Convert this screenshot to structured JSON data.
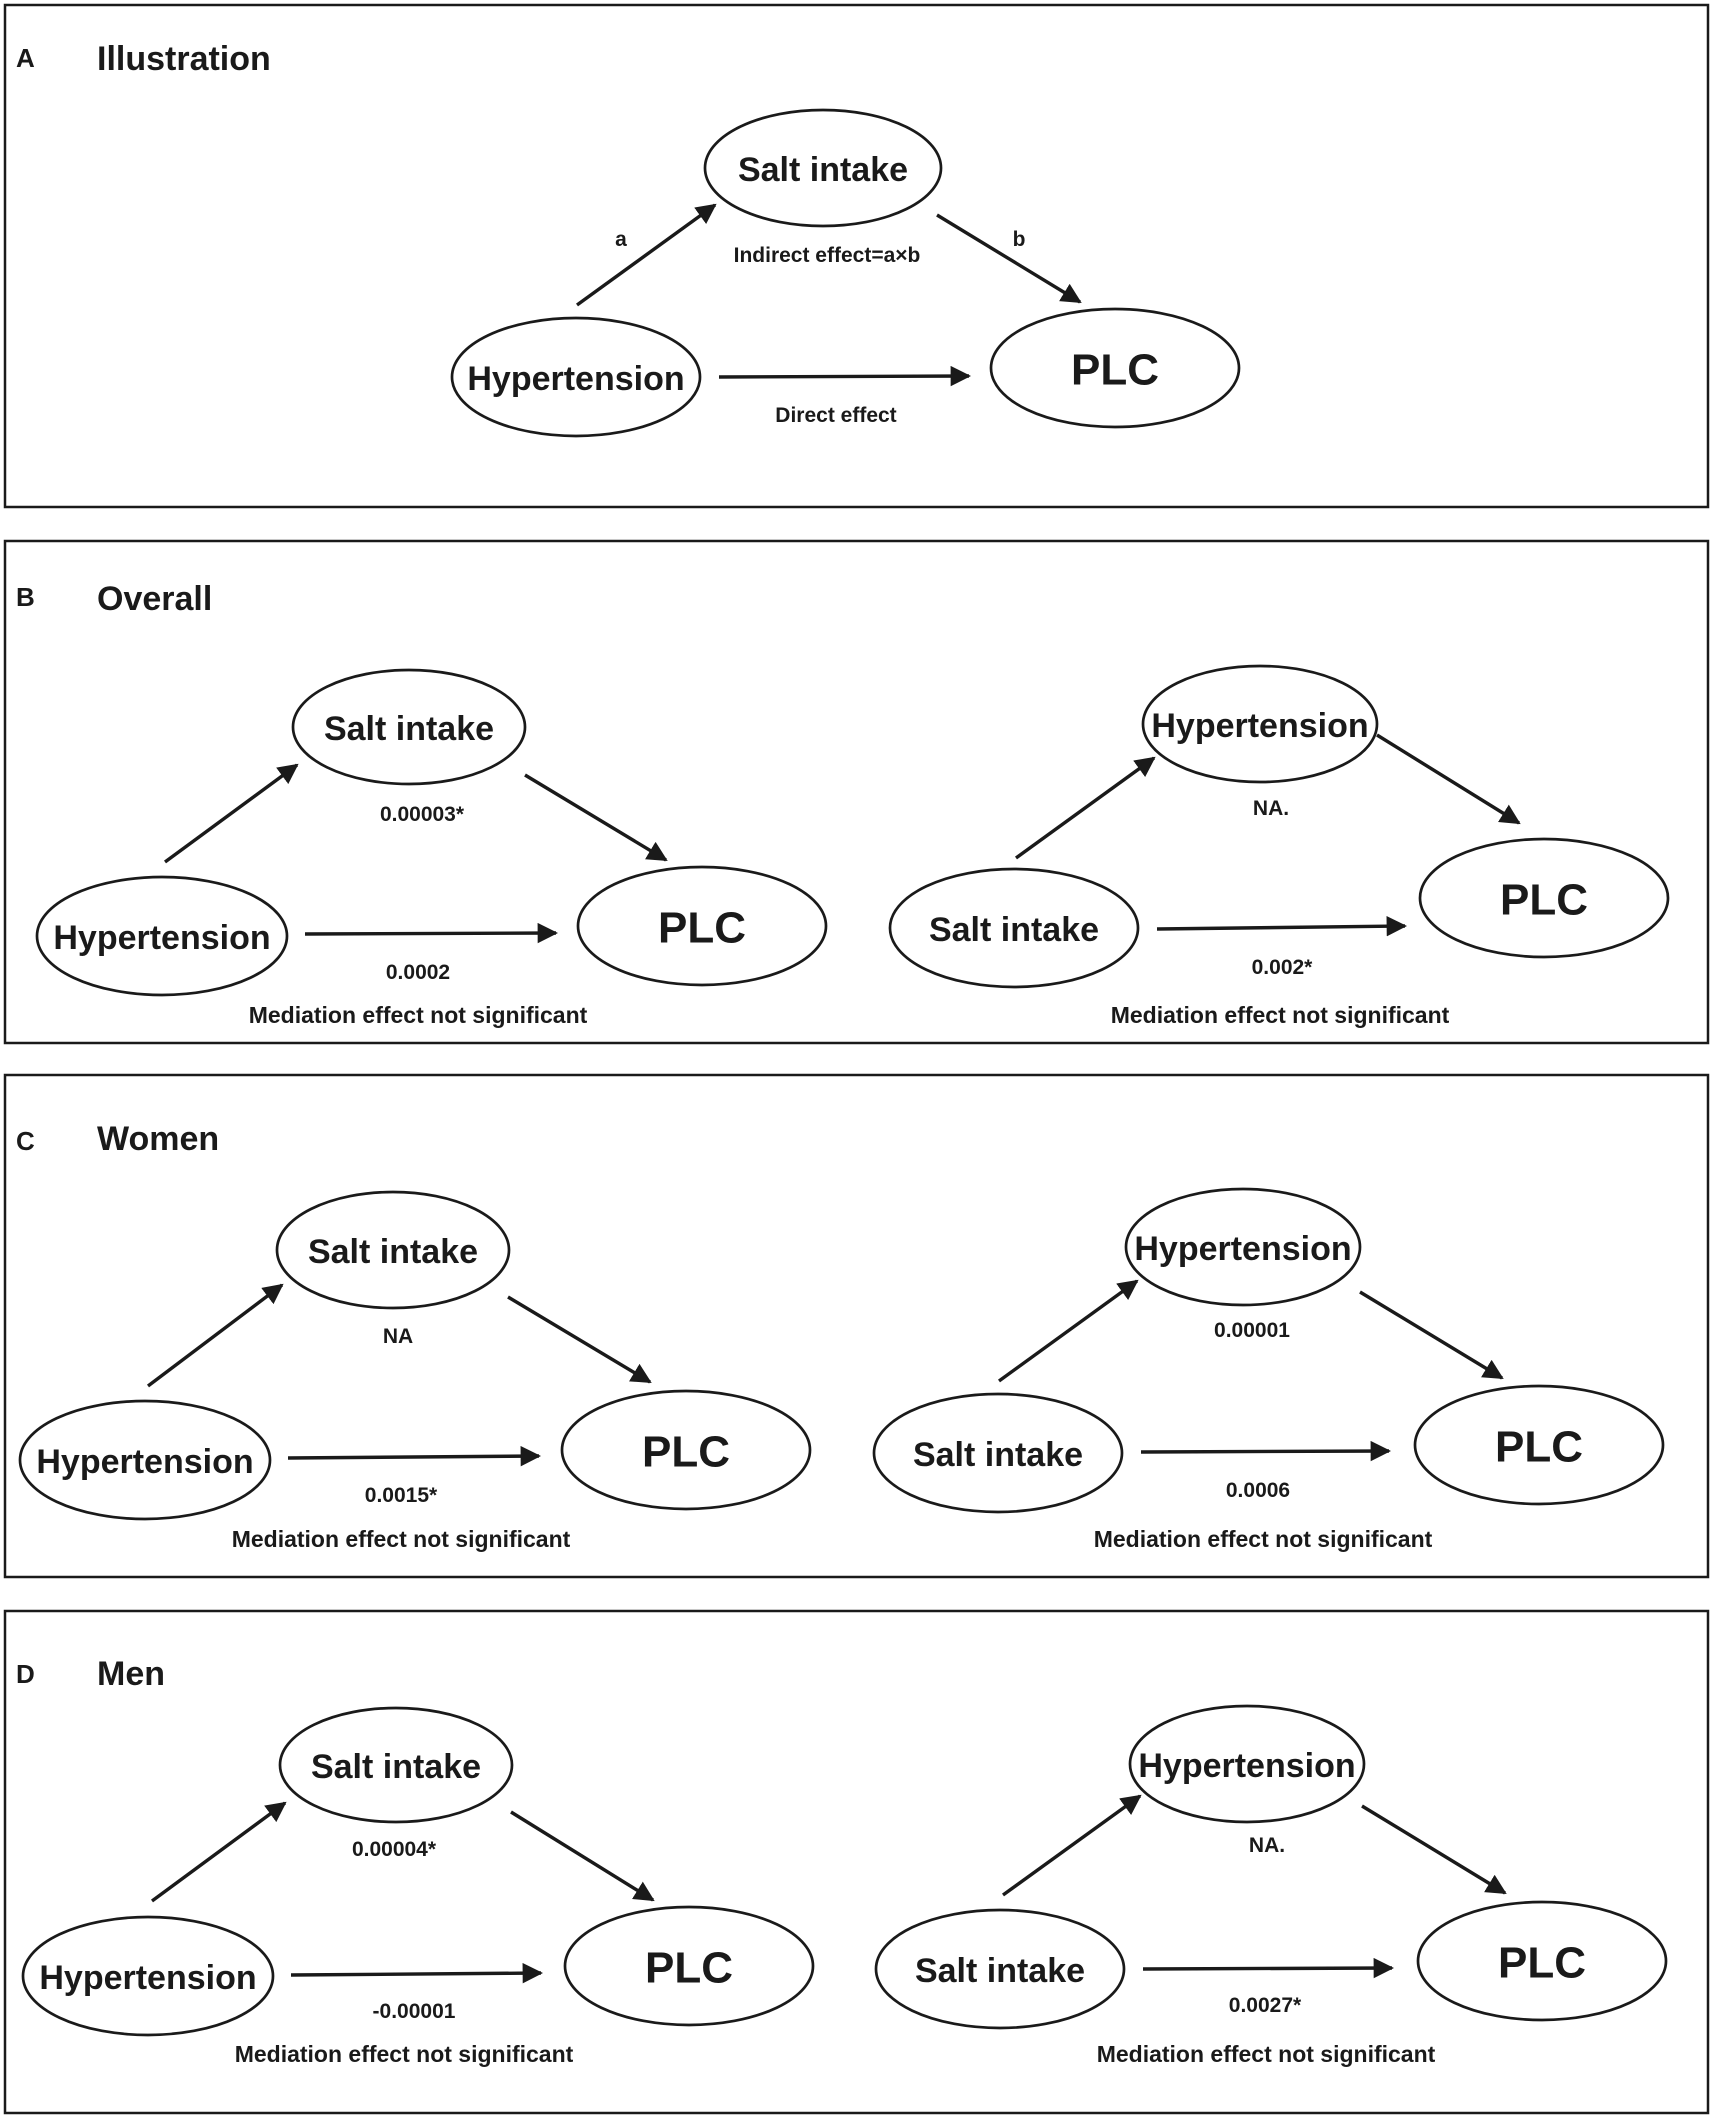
{
  "figure": {
    "panels": [
      {
        "id": "a",
        "letter": "A",
        "title": "Illustration",
        "diagrams": [
          {
            "nodes": {
              "mediator": "Salt intake",
              "exposure": "Hypertension",
              "outcome": "PLC"
            },
            "labels": {
              "a_path": "a",
              "b_path": "b",
              "indirect": "Indirect effect=a×b",
              "direct": "Direct effect"
            },
            "note": ""
          }
        ]
      },
      {
        "id": "b",
        "letter": "B",
        "title": "Overall",
        "diagrams": [
          {
            "nodes": {
              "mediator": "Salt intake",
              "exposure": "Hypertension",
              "outcome": "PLC"
            },
            "labels": {
              "indirect": "0.00003*",
              "direct": "0.0002"
            },
            "note": "Mediation effect not significant"
          },
          {
            "nodes": {
              "mediator": "Hypertension",
              "exposure": "Salt intake",
              "outcome": "PLC"
            },
            "labels": {
              "indirect": "NA.",
              "direct": "0.002*"
            },
            "note": "Mediation effect not significant"
          }
        ]
      },
      {
        "id": "c",
        "letter": "C",
        "title": "Women",
        "diagrams": [
          {
            "nodes": {
              "mediator": "Salt intake",
              "exposure": "Hypertension",
              "outcome": "PLC"
            },
            "labels": {
              "indirect": "NA",
              "direct": "0.0015*"
            },
            "note": "Mediation effect not significant"
          },
          {
            "nodes": {
              "mediator": "Hypertension",
              "exposure": "Salt intake",
              "outcome": "PLC"
            },
            "labels": {
              "indirect": "0.00001",
              "direct": "0.0006"
            },
            "note": "Mediation effect not significant"
          }
        ]
      },
      {
        "id": "d",
        "letter": "D",
        "title": "Men",
        "diagrams": [
          {
            "nodes": {
              "mediator": "Salt intake",
              "exposure": "Hypertension",
              "outcome": "PLC"
            },
            "labels": {
              "indirect": "0.00004*",
              "direct": "-0.00001"
            },
            "note": "Mediation effect not significant"
          },
          {
            "nodes": {
              "mediator": "Hypertension",
              "exposure": "Salt intake",
              "outcome": "PLC"
            },
            "labels": {
              "indirect": "NA.",
              "direct": "0.0027*"
            },
            "note": "Mediation effect not significant"
          }
        ]
      }
    ]
  }
}
